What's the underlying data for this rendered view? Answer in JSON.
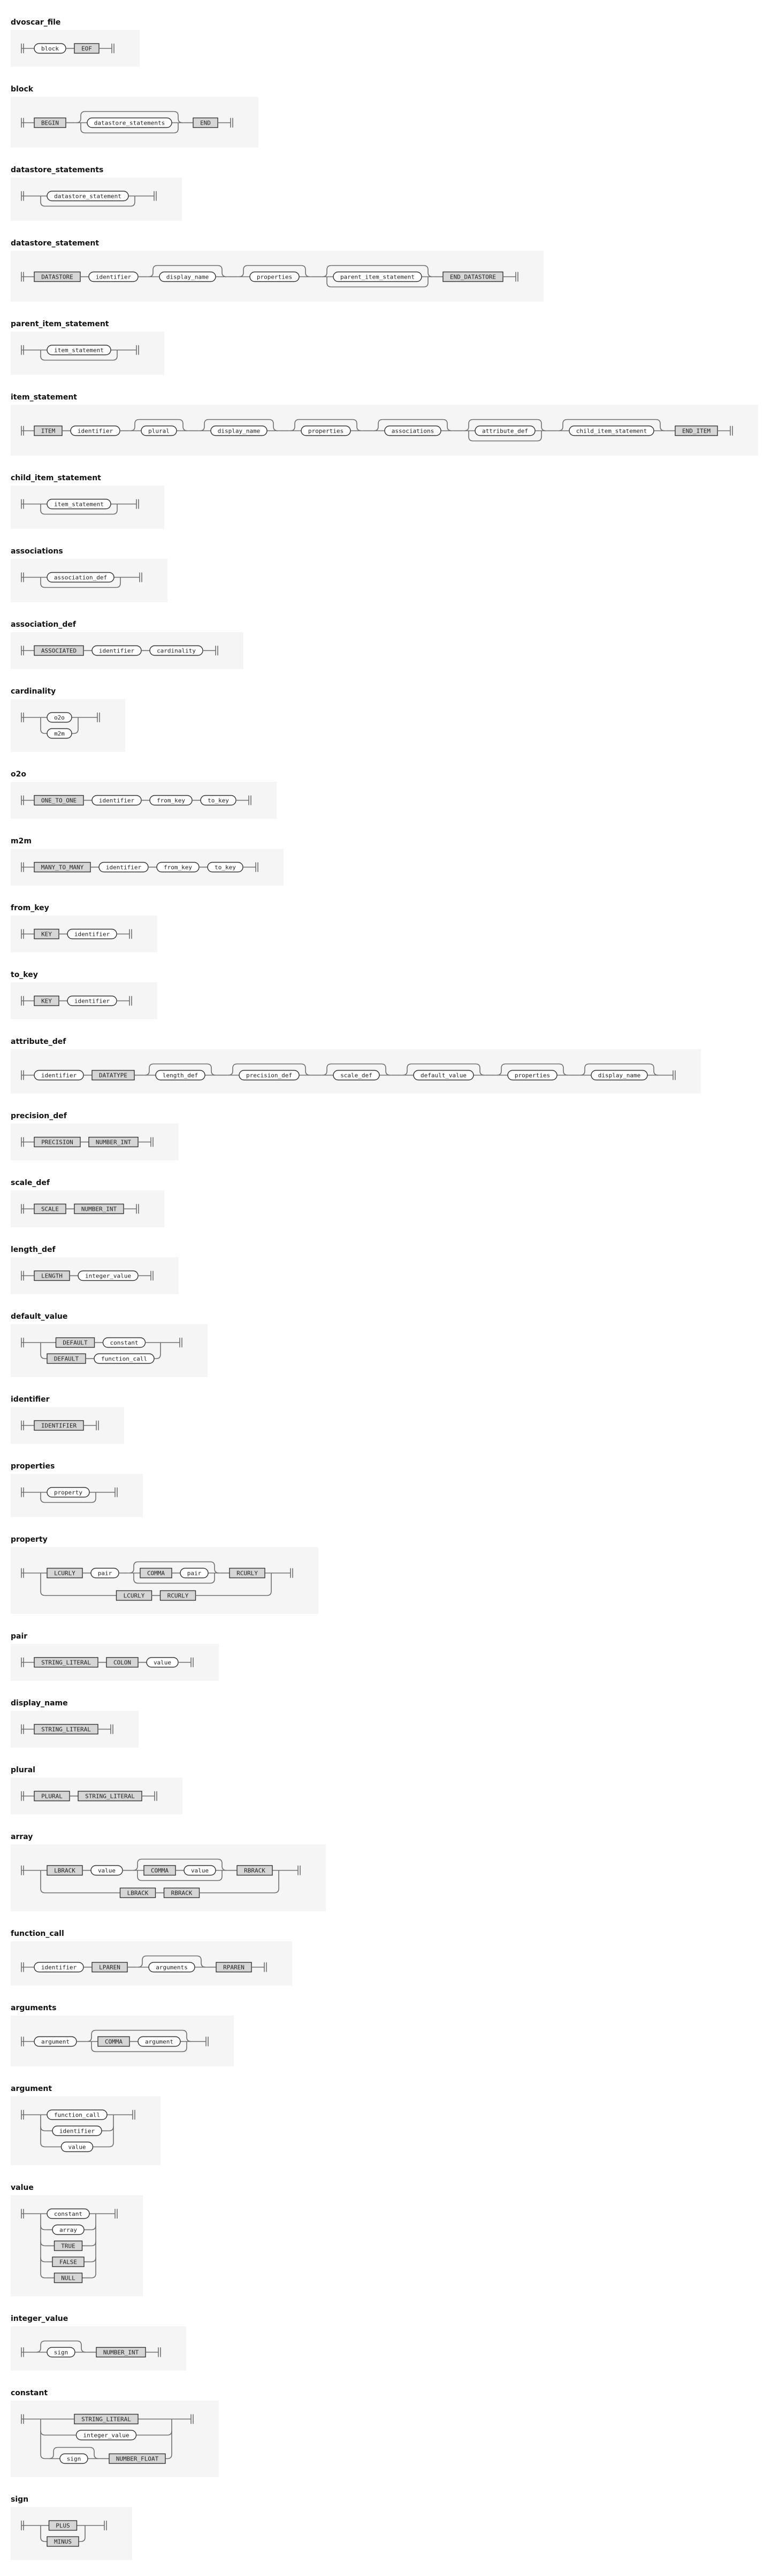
{
  "diagram": {
    "rules": [
      {
        "name": "dvoscar_file",
        "expr": [
          "seq",
          [
            "nt",
            "block"
          ],
          [
            "t",
            "EOF"
          ]
        ]
      },
      {
        "name": "block",
        "expr": [
          "seq",
          [
            "t",
            "BEGIN"
          ],
          [
            "star",
            [
              "nt",
              "datastore_statements"
            ]
          ],
          [
            "t",
            "END"
          ]
        ]
      },
      {
        "name": "datastore_statements",
        "expr": [
          "plus",
          [
            "nt",
            "datastore_statement"
          ]
        ]
      },
      {
        "name": "datastore_statement",
        "expr": [
          "seq",
          [
            "t",
            "DATASTORE"
          ],
          [
            "nt",
            "identifier"
          ],
          [
            "opt",
            [
              "nt",
              "display_name"
            ]
          ],
          [
            "opt",
            [
              "nt",
              "properties"
            ]
          ],
          [
            "star",
            [
              "nt",
              "parent_item_statement"
            ]
          ],
          [
            "t",
            "END_DATASTORE"
          ]
        ]
      },
      {
        "name": "parent_item_statement",
        "expr": [
          "plus",
          [
            "nt",
            "item_statement"
          ]
        ]
      },
      {
        "name": "item_statement",
        "expr": [
          "seq",
          [
            "t",
            "ITEM"
          ],
          [
            "nt",
            "identifier"
          ],
          [
            "opt",
            [
              "nt",
              "plural"
            ]
          ],
          [
            "opt",
            [
              "nt",
              "display_name"
            ]
          ],
          [
            "opt",
            [
              "nt",
              "properties"
            ]
          ],
          [
            "opt",
            [
              "nt",
              "associations"
            ]
          ],
          [
            "star",
            [
              "nt",
              "attribute_def"
            ]
          ],
          [
            "opt",
            [
              "nt",
              "child_item_statement"
            ]
          ],
          [
            "t",
            "END_ITEM"
          ]
        ]
      },
      {
        "name": "child_item_statement",
        "expr": [
          "plus",
          [
            "nt",
            "item_statement"
          ]
        ]
      },
      {
        "name": "associations",
        "expr": [
          "plus",
          [
            "nt",
            "association_def"
          ]
        ]
      },
      {
        "name": "association_def",
        "expr": [
          "seq",
          [
            "t",
            "ASSOCIATED"
          ],
          [
            "nt",
            "identifier"
          ],
          [
            "nt",
            "cardinality"
          ]
        ]
      },
      {
        "name": "cardinality",
        "expr": [
          "alt",
          [
            "nt",
            "o2o"
          ],
          [
            "nt",
            "m2m"
          ]
        ]
      },
      {
        "name": "o2o",
        "expr": [
          "seq",
          [
            "t",
            "ONE_TO_ONE"
          ],
          [
            "nt",
            "identifier"
          ],
          [
            "nt",
            "from_key"
          ],
          [
            "nt",
            "to_key"
          ]
        ]
      },
      {
        "name": "m2m",
        "expr": [
          "seq",
          [
            "t",
            "MANY_TO_MANY"
          ],
          [
            "nt",
            "identifier"
          ],
          [
            "nt",
            "from_key"
          ],
          [
            "nt",
            "to_key"
          ]
        ]
      },
      {
        "name": "from_key",
        "expr": [
          "seq",
          [
            "t",
            "KEY"
          ],
          [
            "nt",
            "identifier"
          ]
        ]
      },
      {
        "name": "to_key",
        "expr": [
          "seq",
          [
            "t",
            "KEY"
          ],
          [
            "nt",
            "identifier"
          ]
        ]
      },
      {
        "name": "attribute_def",
        "expr": [
          "seq",
          [
            "nt",
            "identifier"
          ],
          [
            "t",
            "DATATYPE"
          ],
          [
            "opt",
            [
              "nt",
              "length_def"
            ]
          ],
          [
            "opt",
            [
              "nt",
              "precision_def"
            ]
          ],
          [
            "opt",
            [
              "nt",
              "scale_def"
            ]
          ],
          [
            "opt",
            [
              "nt",
              "default_value"
            ]
          ],
          [
            "opt",
            [
              "nt",
              "properties"
            ]
          ],
          [
            "opt",
            [
              "nt",
              "display_name"
            ]
          ]
        ]
      },
      {
        "name": "precision_def",
        "expr": [
          "seq",
          [
            "t",
            "PRECISION"
          ],
          [
            "t",
            "NUMBER_INT"
          ]
        ]
      },
      {
        "name": "scale_def",
        "expr": [
          "seq",
          [
            "t",
            "SCALE"
          ],
          [
            "t",
            "NUMBER_INT"
          ]
        ]
      },
      {
        "name": "length_def",
        "expr": [
          "seq",
          [
            "t",
            "LENGTH"
          ],
          [
            "nt",
            "integer_value"
          ]
        ]
      },
      {
        "name": "default_value",
        "expr": [
          "alt",
          [
            "seq",
            [
              "t",
              "DEFAULT"
            ],
            [
              "nt",
              "constant"
            ]
          ],
          [
            "seq",
            [
              "t",
              "DEFAULT"
            ],
            [
              "nt",
              "function_call"
            ]
          ]
        ]
      },
      {
        "name": "identifier",
        "expr": [
          "t",
          "IDENTIFIER"
        ]
      },
      {
        "name": "properties",
        "expr": [
          "plus",
          [
            "nt",
            "property"
          ]
        ]
      },
      {
        "name": "property",
        "expr": [
          "alt",
          [
            "seq",
            [
              "t",
              "LCURLY"
            ],
            [
              "nt",
              "pair"
            ],
            [
              "star",
              [
                "seq",
                [
                  "t",
                  "COMMA"
                ],
                [
                  "nt",
                  "pair"
                ]
              ]
            ],
            [
              "t",
              "RCURLY"
            ]
          ],
          [
            "seq",
            [
              "t",
              "LCURLY"
            ],
            [
              "t",
              "RCURLY"
            ]
          ]
        ]
      },
      {
        "name": "pair",
        "expr": [
          "seq",
          [
            "t",
            "STRING_LITERAL"
          ],
          [
            "t",
            "COLON"
          ],
          [
            "nt",
            "value"
          ]
        ]
      },
      {
        "name": "display_name",
        "expr": [
          "t",
          "STRING_LITERAL"
        ]
      },
      {
        "name": "plural",
        "expr": [
          "seq",
          [
            "t",
            "PLURAL"
          ],
          [
            "t",
            "STRING_LITERAL"
          ]
        ]
      },
      {
        "name": "array",
        "expr": [
          "alt",
          [
            "seq",
            [
              "t",
              "LBRACK"
            ],
            [
              "nt",
              "value"
            ],
            [
              "star",
              [
                "seq",
                [
                  "t",
                  "COMMA"
                ],
                [
                  "nt",
                  "value"
                ]
              ]
            ],
            [
              "t",
              "RBRACK"
            ]
          ],
          [
            "seq",
            [
              "t",
              "LBRACK"
            ],
            [
              "t",
              "RBRACK"
            ]
          ]
        ]
      },
      {
        "name": "function_call",
        "expr": [
          "seq",
          [
            "nt",
            "identifier"
          ],
          [
            "t",
            "LPAREN"
          ],
          [
            "opt",
            [
              "nt",
              "arguments"
            ]
          ],
          [
            "t",
            "RPAREN"
          ]
        ]
      },
      {
        "name": "arguments",
        "expr": [
          "seq",
          [
            "nt",
            "argument"
          ],
          [
            "star",
            [
              "seq",
              [
                "t",
                "COMMA"
              ],
              [
                "nt",
                "argument"
              ]
            ]
          ]
        ]
      },
      {
        "name": "argument",
        "expr": [
          "alt",
          [
            "nt",
            "function_call"
          ],
          [
            "nt",
            "identifier"
          ],
          [
            "nt",
            "value"
          ]
        ]
      },
      {
        "name": "value",
        "expr": [
          "alt",
          [
            "nt",
            "constant"
          ],
          [
            "nt",
            "array"
          ],
          [
            "t",
            "TRUE"
          ],
          [
            "t",
            "FALSE"
          ],
          [
            "t",
            "NULL"
          ]
        ]
      },
      {
        "name": "integer_value",
        "expr": [
          "seq",
          [
            "opt",
            [
              "nt",
              "sign"
            ]
          ],
          [
            "t",
            "NUMBER_INT"
          ]
        ]
      },
      {
        "name": "constant",
        "expr": [
          "alt",
          [
            "t",
            "STRING_LITERAL"
          ],
          [
            "nt",
            "integer_value"
          ],
          [
            "seq",
            [
              "opt",
              [
                "nt",
                "sign"
              ]
            ],
            [
              "t",
              "NUMBER_FLOAT"
            ]
          ]
        ]
      },
      {
        "name": "sign",
        "expr": [
          "alt",
          [
            "t",
            "PLUS"
          ],
          [
            "t",
            "MINUS"
          ]
        ]
      }
    ]
  }
}
